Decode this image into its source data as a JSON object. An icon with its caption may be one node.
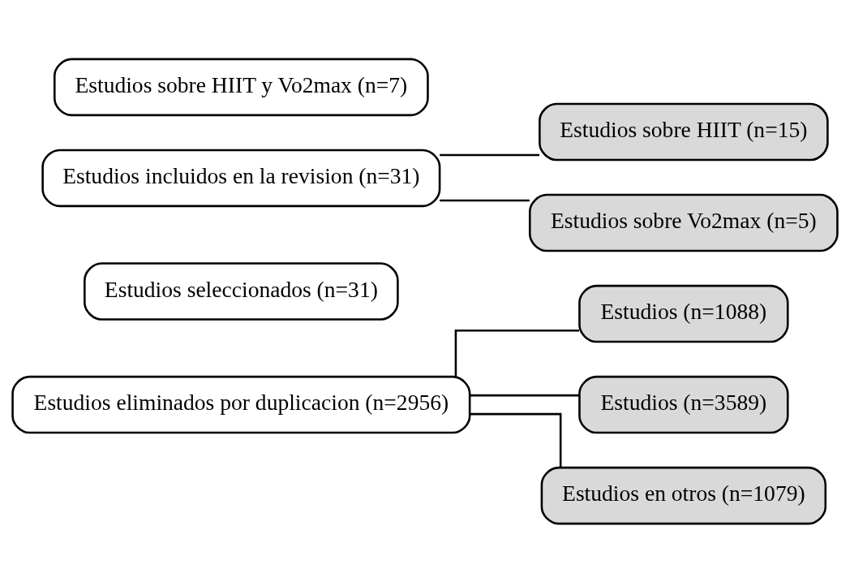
{
  "diagram": {
    "nodes": [
      {
        "text": [
          "Estudios eliminados por duplicacion (n=2956)"
        ]
      },
      {
        "text": [
          "Estudios (n=1088)"
        ]
      },
      {
        "text": [
          "Estudios (n=3589)"
        ]
      },
      {
        "text": [
          "Estudios en otros (n=1079)"
        ]
      },
      {
        "text": [
          "Estudios seleccionados (n=31)"
        ]
      },
      {
        "text": [
          "Estudios incluidos en la revision (n=31)"
        ]
      },
      {
        "text": [
          "Estudios sobre HIIT (n=15)"
        ]
      },
      {
        "text": [
          "Estudios sobre Vo2max (n=5)"
        ]
      },
      {
        "text": [
          "Estudios sobre HIIT y Vo2max (n=7)"
        ]
      }
    ],
    "edges": [
      {
        "from": 0,
        "to": 1,
        "arrow": "none"
      },
      {
        "from": 0,
        "to": 2,
        "arrow": "none"
      },
      {
        "from": 0,
        "to": 3,
        "arrow": "none"
      },
      {
        "from": 5,
        "to": 6,
        "arrow": "none"
      },
      {
        "from": 5,
        "to": 7,
        "arrow": "none"
      }
    ]
  }
}
